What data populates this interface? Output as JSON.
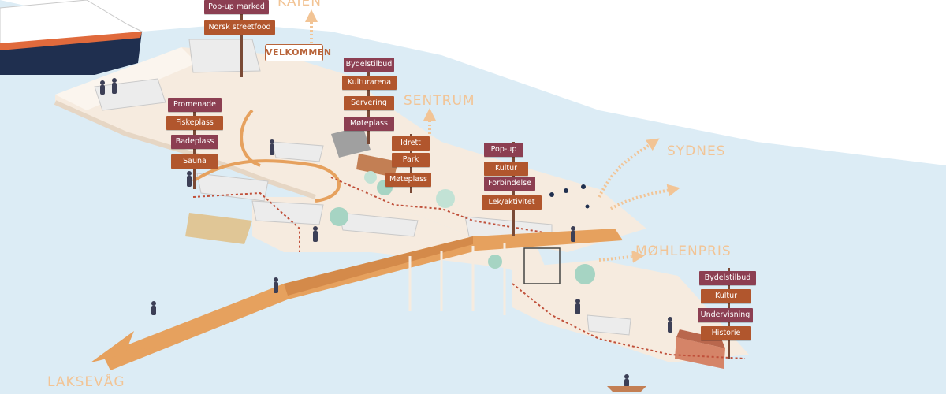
{
  "colors": {
    "water": "#dcecf5",
    "land": "#f6ebdf",
    "land_light": "#fbf5ee",
    "route": "#e6a15e",
    "sign_purple": "#8c3f52",
    "sign_brown": "#b1562d",
    "place_label": "#f2c495"
  },
  "places": {
    "top": "KAIEN",
    "sentrum": "SENTRUM",
    "sydnes": "SYDNES",
    "mohlenpris": "MØHLENPRIS",
    "laksevag": "LAKSEVÅG"
  },
  "welcome_sign": "VELKOMMEN",
  "signposts": [
    {
      "id": "market",
      "items": [
        {
          "label": "Pop-up marked",
          "color": "purple"
        },
        {
          "label": "Norsk streetfood",
          "color": "brown"
        }
      ]
    },
    {
      "id": "waterfront",
      "items": [
        {
          "label": "Promenade",
          "color": "purple"
        },
        {
          "label": "Fiskeplass",
          "color": "brown"
        },
        {
          "label": "Badeplass",
          "color": "purple"
        },
        {
          "label": "Sauna",
          "color": "brown"
        }
      ]
    },
    {
      "id": "district",
      "items": [
        {
          "label": "Bydelstilbud",
          "color": "purple"
        },
        {
          "label": "Kulturarena",
          "color": "brown"
        },
        {
          "label": "Servering",
          "color": "brown"
        },
        {
          "label": "Møteplass",
          "color": "purple"
        }
      ]
    },
    {
      "id": "park",
      "items": [
        {
          "label": "Idrett",
          "color": "brown"
        },
        {
          "label": "Park",
          "color": "brown"
        },
        {
          "label": "Møteplass",
          "color": "brown"
        }
      ]
    },
    {
      "id": "bridge",
      "items": [
        {
          "label": "Pop-up",
          "color": "purple"
        },
        {
          "label": "Kultur",
          "color": "brown"
        },
        {
          "label": "Forbindelse",
          "color": "purple"
        },
        {
          "label": "Lek/aktivitet",
          "color": "brown"
        }
      ]
    },
    {
      "id": "east",
      "items": [
        {
          "label": "Bydelstilbud",
          "color": "purple"
        },
        {
          "label": "Kultur",
          "color": "brown"
        },
        {
          "label": "Undervisning",
          "color": "purple"
        },
        {
          "label": "Historie",
          "color": "brown"
        }
      ]
    }
  ]
}
